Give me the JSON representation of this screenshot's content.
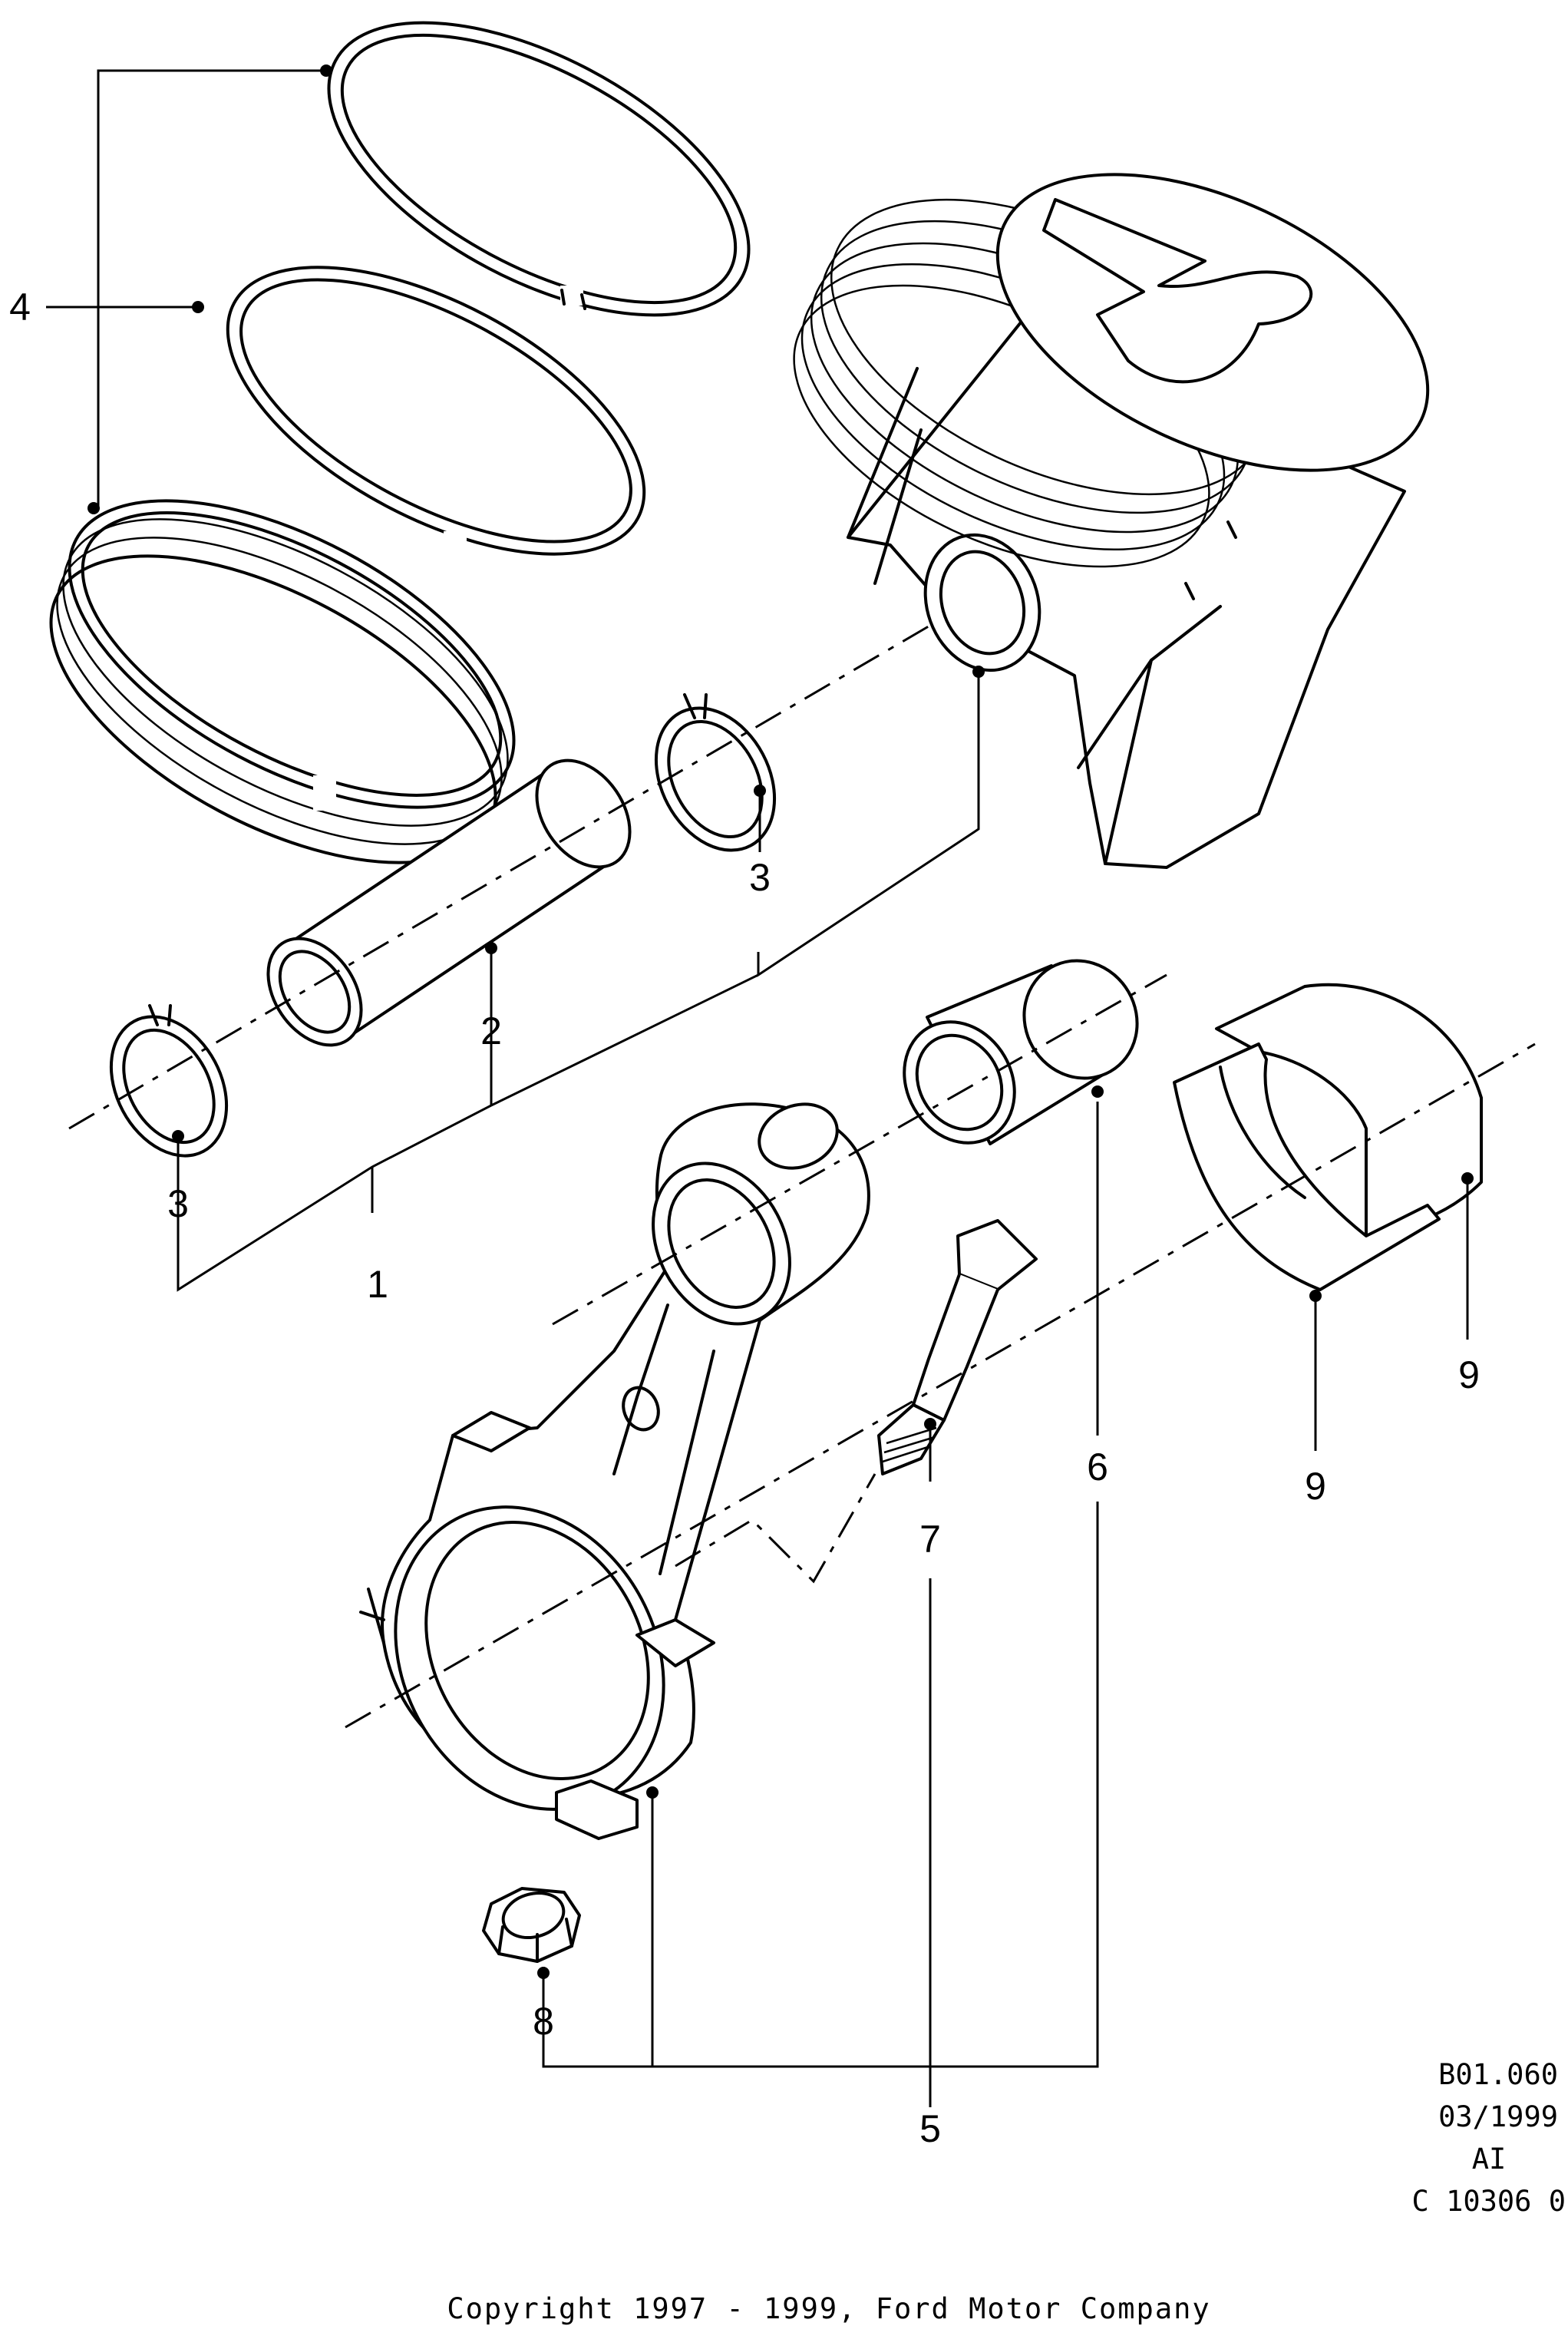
{
  "callouts": {
    "c1": "1",
    "c2": "2",
    "c3a": "3",
    "c3b": "3",
    "c4": "4",
    "c5": "5",
    "c6": "6",
    "c7": "7",
    "c8": "8",
    "c9a": "9",
    "c9b": "9"
  },
  "drawing_info": {
    "ref": "B01.060",
    "date": "03/1999",
    "code": "AI",
    "number": "C 10306 0"
  },
  "copyright": "Copyright 1997 - 1999, Ford Motor Company"
}
